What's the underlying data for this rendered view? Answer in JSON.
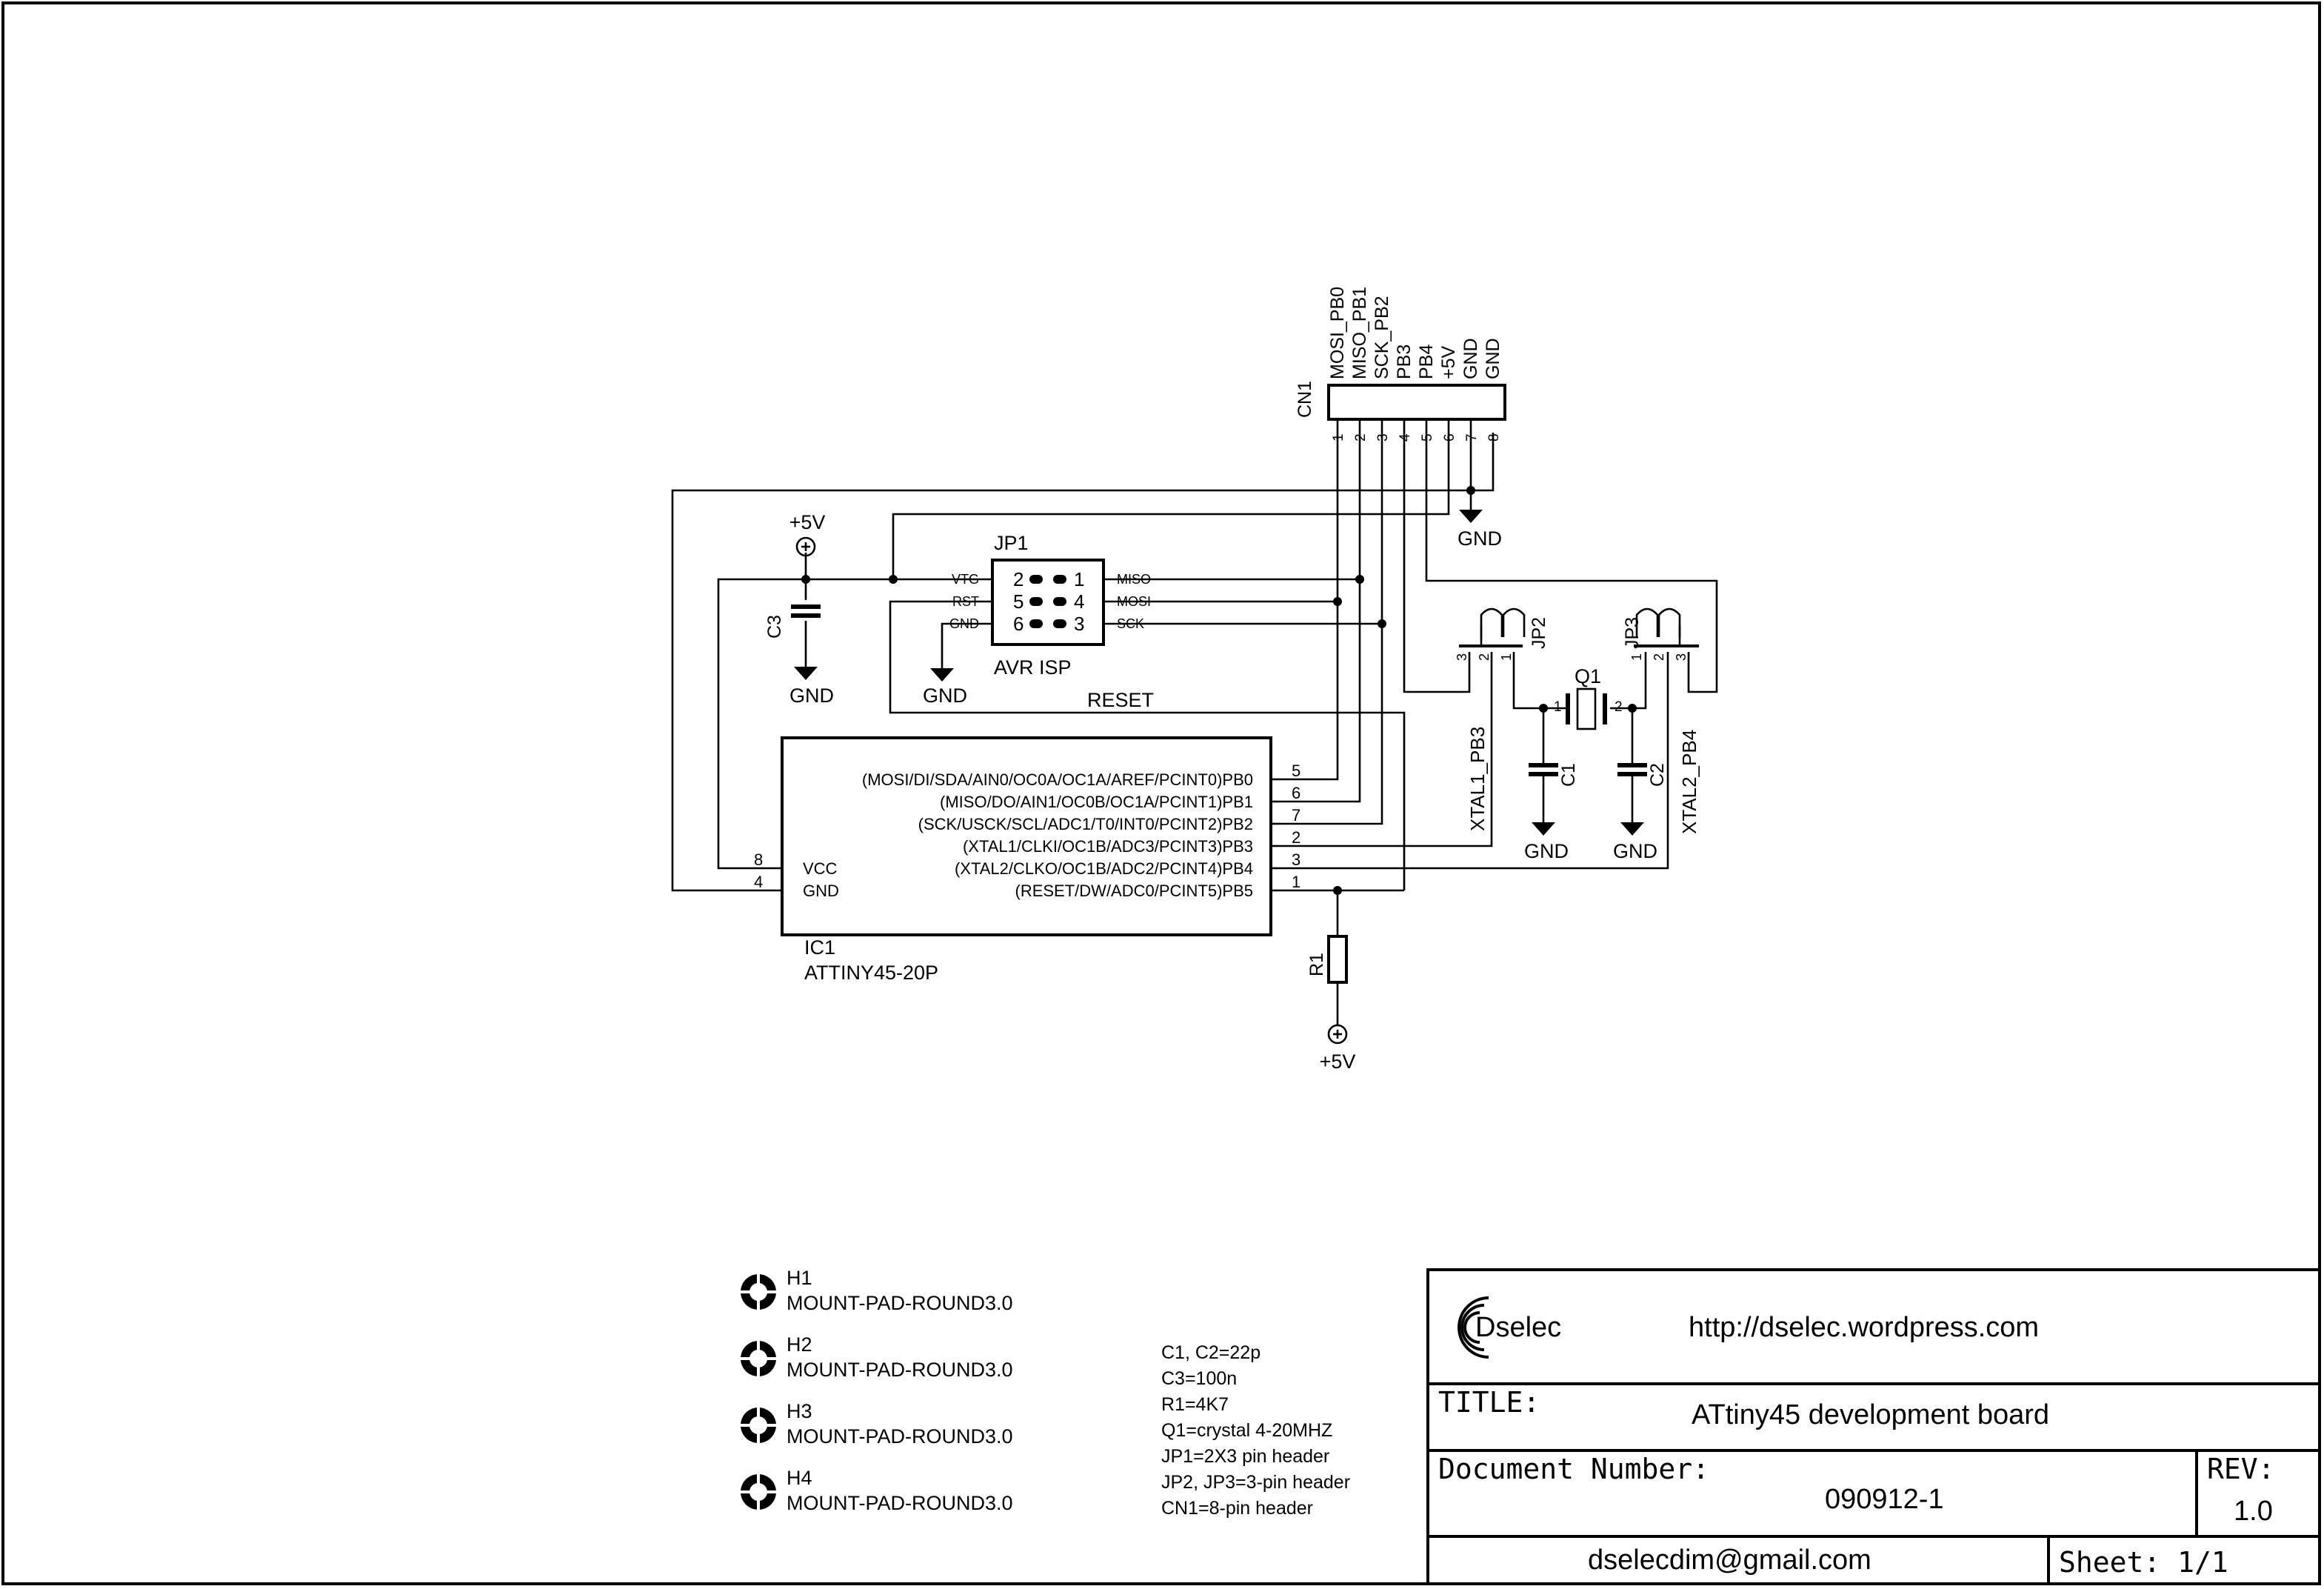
{
  "cn1": {
    "ref": "CN1",
    "pin_labels": [
      "MOSI_PB0",
      "MISO_PB1",
      "SCK_PB2",
      "PB3",
      "PB4",
      "+5V",
      "GND",
      "GND"
    ],
    "pin_numbers": [
      "1",
      "2",
      "3",
      "4",
      "5",
      "6",
      "7",
      "8"
    ]
  },
  "jp1": {
    "ref": "JP1",
    "name": "AVR ISP",
    "left_signals": [
      "VTG",
      "RST",
      "GND"
    ],
    "left_pins": [
      "2",
      "5",
      "6"
    ],
    "right_pins": [
      "1",
      "4",
      "3"
    ],
    "right_signals": [
      "MISO",
      "MOSI",
      "SCK"
    ]
  },
  "jp2": {
    "ref": "JP2",
    "pins": [
      "3",
      "2",
      "1"
    ]
  },
  "jp3": {
    "ref": "JP3",
    "pins": [
      "1",
      "2",
      "3"
    ]
  },
  "q1": {
    "ref": "Q1",
    "pins": [
      "1",
      "2"
    ]
  },
  "caps": {
    "c1": "C1",
    "c2": "C2",
    "c3": "C3"
  },
  "r1": "R1",
  "power": {
    "vcc": "+5V",
    "gnd": "GND"
  },
  "nets": {
    "reset": "RESET",
    "xtal1": "XTAL1_PB3",
    "xtal2": "XTAL2_PB4"
  },
  "ic1": {
    "ref": "IC1",
    "part": "ATTINY45-20P",
    "right_pins": [
      {
        "num": "5",
        "label": "(MOSI/DI/SDA/AIN0/OC0A/OC1A/AREF/PCINT0)PB0"
      },
      {
        "num": "6",
        "label": "(MISO/DO/AIN1/OC0B/OC1A/PCINT1)PB1"
      },
      {
        "num": "7",
        "label": "(SCK/USCK/SCL/ADC1/T0/INT0/PCINT2)PB2"
      },
      {
        "num": "2",
        "label": "(XTAL1/CLKI/OC1B/ADC3/PCINT3)PB3"
      },
      {
        "num": "3",
        "label": "(XTAL2/CLKO/OC1B/ADC2/PCINT4)PB4"
      },
      {
        "num": "1",
        "label": "(RESET/DW/ADC0/PCINT5)PB5"
      }
    ],
    "left_pins": [
      {
        "num": "8",
        "label": "VCC"
      },
      {
        "num": "4",
        "label": "GND"
      }
    ]
  },
  "holes": [
    {
      "ref": "H1",
      "part": "MOUNT-PAD-ROUND3.0"
    },
    {
      "ref": "H2",
      "part": "MOUNT-PAD-ROUND3.0"
    },
    {
      "ref": "H3",
      "part": "MOUNT-PAD-ROUND3.0"
    },
    {
      "ref": "H4",
      "part": "MOUNT-PAD-ROUND3.0"
    }
  ],
  "bom_notes": [
    "C1, C2=22p",
    "C3=100n",
    "R1=4K7",
    "Q1=crystal 4-20MHZ",
    "JP1=2X3 pin header",
    "JP2, JP3=3-pin header",
    "CN1=8-pin header"
  ],
  "title_block": {
    "logo_text": "Dselec",
    "url": "http://dselec.wordpress.com",
    "title_label": "TITLE:",
    "title": "ATtiny45 development board",
    "doc_label": "Document Number:",
    "doc_number": "090912-1",
    "rev_label": "REV:",
    "rev": "1.0",
    "email": "dselecdim@gmail.com",
    "sheet": "Sheet: 1/1"
  }
}
